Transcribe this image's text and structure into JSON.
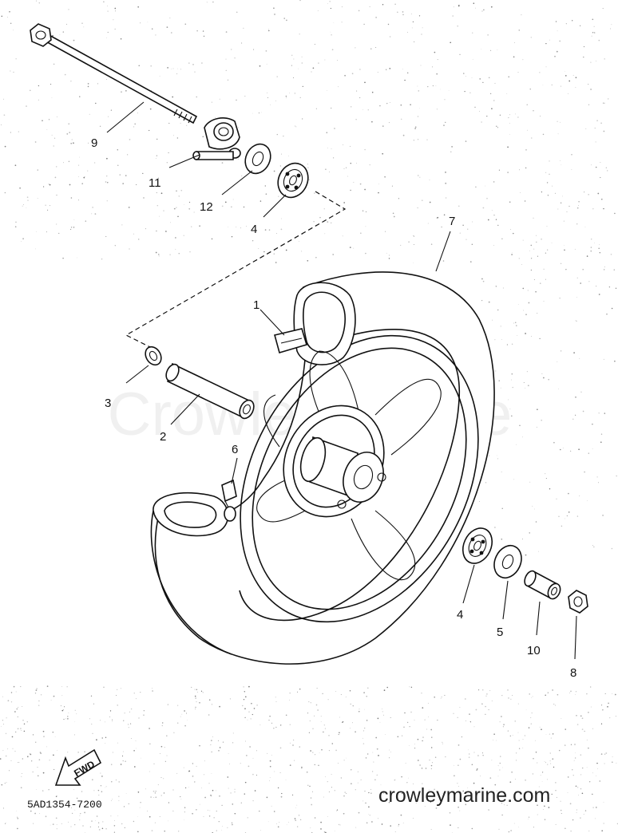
{
  "watermark": "CrowleyMarine",
  "callouts": [
    {
      "id": "1",
      "label": "1"
    },
    {
      "id": "2",
      "label": "2"
    },
    {
      "id": "3",
      "label": "3"
    },
    {
      "id": "4a",
      "label": "4"
    },
    {
      "id": "4b",
      "label": "4"
    },
    {
      "id": "5",
      "label": "5"
    },
    {
      "id": "6",
      "label": "6"
    },
    {
      "id": "7",
      "label": "7"
    },
    {
      "id": "8",
      "label": "8"
    },
    {
      "id": "9",
      "label": "9"
    },
    {
      "id": "10",
      "label": "10"
    },
    {
      "id": "11",
      "label": "11"
    },
    {
      "id": "12",
      "label": "12"
    }
  ],
  "fwd_label": "FWD",
  "diagram_code": "5AD1354-7200",
  "site_url": "crowleymarine.com"
}
